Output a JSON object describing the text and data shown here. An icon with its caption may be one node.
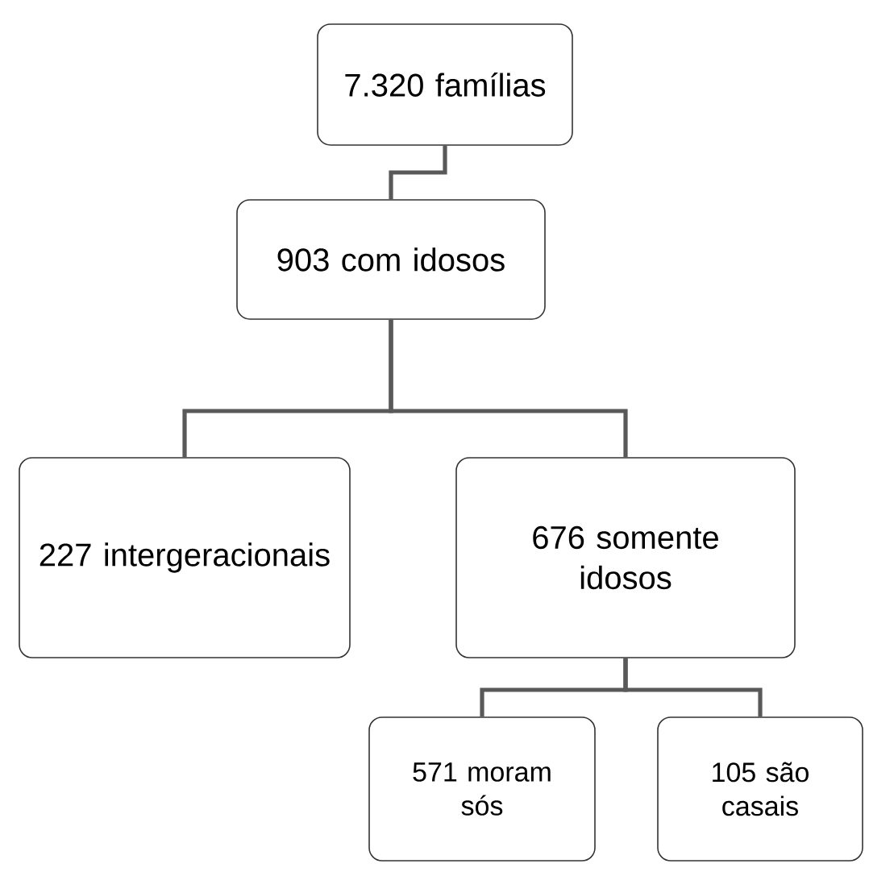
{
  "diagram": {
    "nodes": [
      {
        "text": [
          "7.320 famílias"
        ]
      },
      {
        "text": [
          "903 com idosos"
        ]
      },
      {
        "text": [
          "227 intergeracionais"
        ]
      },
      {
        "text": [
          "676 somente idosos"
        ]
      },
      {
        "text": [
          "571 moram sós"
        ]
      },
      {
        "text": [
          "105 são casais"
        ]
      }
    ],
    "edges": [
      {
        "from": 0,
        "to": 1,
        "arrow": "none"
      },
      {
        "from": 1,
        "to": 2,
        "arrow": "none"
      },
      {
        "from": 1,
        "to": 3,
        "arrow": "none"
      },
      {
        "from": 3,
        "to": 4,
        "arrow": "none"
      },
      {
        "from": 3,
        "to": 5,
        "arrow": "none"
      }
    ]
  }
}
